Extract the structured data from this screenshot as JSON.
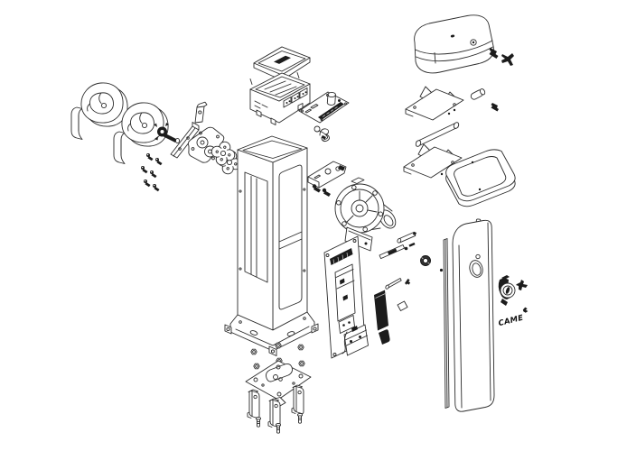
{
  "page": {
    "background": "#ffffff"
  },
  "diagram": {
    "kind": "exploded-parts-diagram",
    "subject": "automatic-barrier-gate",
    "line_color": "#2b2b2b",
    "dark_color": "#1c1c1c"
  },
  "labels": {
    "brand_sticker": "CAME"
  },
  "parts": [
    "head-cover",
    "cover-screw",
    "cover-wing-bolt",
    "mount-bracket-upper",
    "spacer-pin",
    "spacer-screw",
    "tie-rod",
    "mount-bracket-lower",
    "boom-frame-ring",
    "door-panel",
    "door-edge-strip",
    "door-hinge-pin",
    "door-lock",
    "lock-wing-key",
    "brand-sticker",
    "control-box-lid",
    "control-box-base",
    "circuit-board",
    "spring-clip",
    "spring-drum-1",
    "spring-drum-2",
    "drum-bracket-1",
    "drum-bracket-2",
    "spring-shaft-hub",
    "channel-rail",
    "bearing-plate",
    "shaft-flange-pair",
    "corner-bracket",
    "screw-set",
    "cabinet-post",
    "support-bracket",
    "bracket-screws",
    "release-hook",
    "gearmotor",
    "electric-panel-plate",
    "capacitor",
    "cap-plug",
    "shaft-pin-a",
    "shaft-pin-b",
    "lock-nut",
    "screw-pin",
    "key-bit",
    "square-washer",
    "fastener-nuts",
    "anchor-plate",
    "anchor-stakes",
    "anchor-bolts"
  ]
}
